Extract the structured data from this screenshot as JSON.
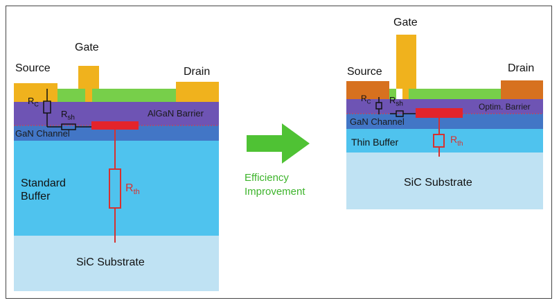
{
  "left": {
    "source": "Source",
    "gate": "Gate",
    "drain": "Drain",
    "barrier": "AlGaN Barrier",
    "channel": "GaN Channel",
    "buffer_line1": "Standard",
    "buffer_line2": "Buffer",
    "substrate": "SiC Substrate",
    "rc_main": "R",
    "rc_sub": "C",
    "rsh_main": "R",
    "rsh_sub": "sh",
    "rth_main": "R",
    "rth_sub": "th"
  },
  "arrow": {
    "line1": "Efficiency",
    "line2": "Improvement"
  },
  "right": {
    "source": "Source",
    "gate": "Gate",
    "drain": "Drain",
    "barrier": "Optim. Barrier",
    "channel": "GaN Channel",
    "buffer": "Thin Buffer",
    "substrate": "SiC Substrate",
    "rc_main": "R",
    "rc_sub": "C",
    "rsh_main": "R",
    "rsh_sub": "sh",
    "rth_main": "R",
    "rth_sub": "th"
  },
  "colors": {
    "contact_left": "#f0b21d",
    "contact_right": "#d7711f",
    "gate": "#f0b21d",
    "passivation": "#77cf4a",
    "barrier": "#6e54b4",
    "channel": "#4276c6",
    "buffer": "#4fc3ee",
    "substrate": "#bfe2f3",
    "resistor": "#d7312f",
    "arrow": "#4fc234",
    "arrow_text": "#3db42b"
  }
}
